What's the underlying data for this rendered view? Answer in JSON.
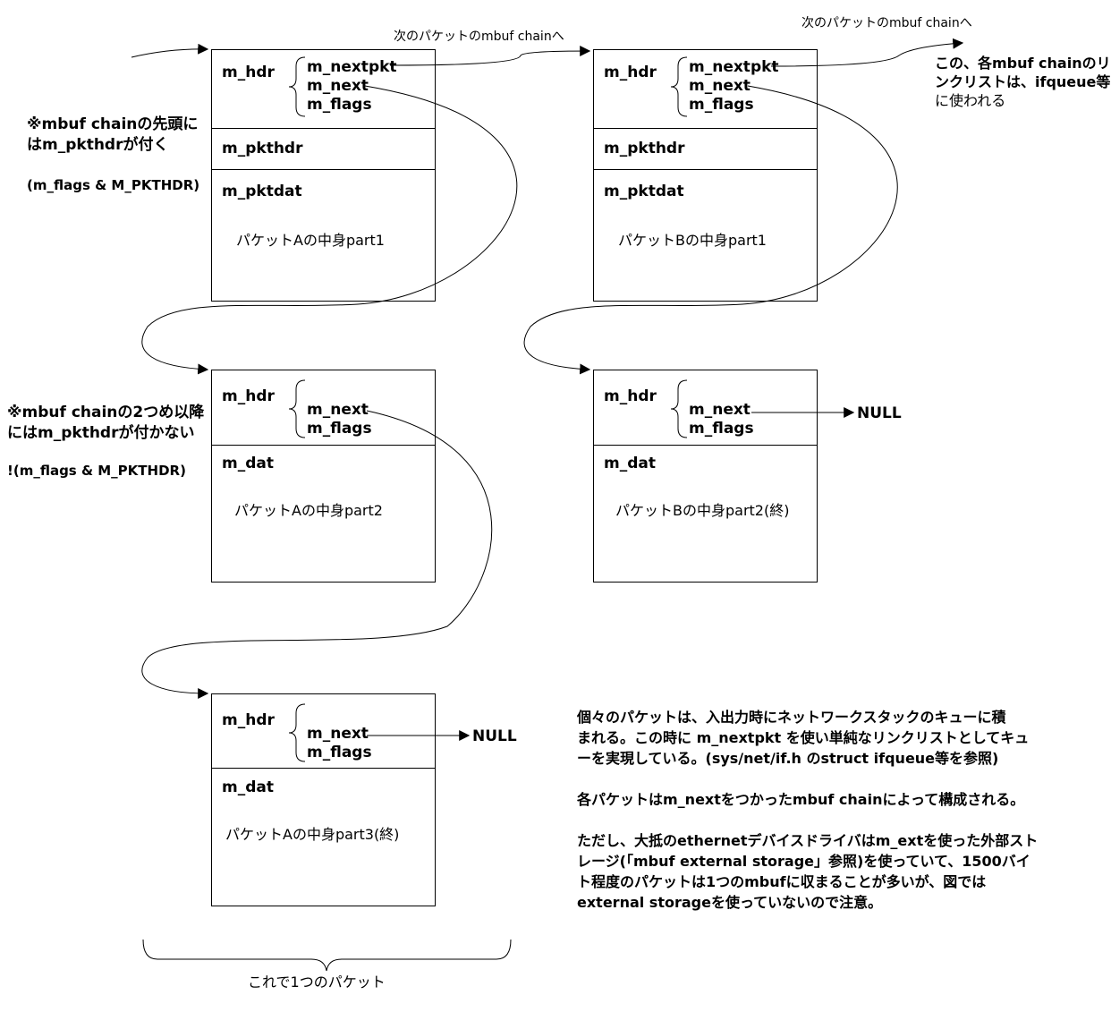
{
  "mbuf_a1": {
    "hdr": "m_hdr",
    "fields": [
      "m_nextpkt",
      "m_next",
      "m_flags"
    ],
    "pkthdr": "m_pkthdr",
    "data_label": "m_pktdat",
    "content": "パケットAの中身part1"
  },
  "mbuf_b1": {
    "hdr": "m_hdr",
    "fields": [
      "m_nextpkt",
      "m_next",
      "m_flags"
    ],
    "pkthdr": "m_pkthdr",
    "data_label": "m_pktdat",
    "content": "パケットBの中身part1"
  },
  "mbuf_a2": {
    "hdr": "m_hdr",
    "fields": [
      "m_next",
      "m_flags"
    ],
    "data_label": "m_dat",
    "content": "パケットAの中身part2"
  },
  "mbuf_b2": {
    "hdr": "m_hdr",
    "fields": [
      "m_next",
      "m_flags"
    ],
    "data_label": "m_dat",
    "content": "パケットBの中身part2(終)"
  },
  "mbuf_a3": {
    "hdr": "m_hdr",
    "fields": [
      "m_next",
      "m_flags"
    ],
    "data_label": "m_dat",
    "content": "パケットAの中身part3(終)"
  },
  "labels": {
    "next_packet_1": "次のパケットのmbuf chainへ",
    "next_packet_2": "次のパケットのmbuf chainへ",
    "null_1": "NULL",
    "null_2": "NULL",
    "one_packet": "これで1つのパケット",
    "list_note": [
      "この、各mbuf chainのリ",
      "ンクリストは、ifqueue等",
      "に使われる"
    ]
  },
  "left_notes": {
    "head_note": [
      "※mbuf chainの先頭に",
      "はm_pkthdrが付く"
    ],
    "head_cond": "(m_flags & M_PKTHDR)",
    "rest_note": [
      "※mbuf chainの2つめ以降",
      "にはm_pkthdrが付かない"
    ],
    "rest_cond": "!(m_flags & M_PKTHDR)"
  },
  "explanation": [
    [
      "個々のパケットは、入出力時にネットワークスタックのキューに積",
      "まれる。この時に m_nextpkt を使い単純なリンクリストとしてキュ",
      "ーを実現している。(sys/net/if.h のstruct ifqueue等を参照)"
    ],
    [
      "各パケットはm_nextをつかったmbuf chainによって構成される。"
    ],
    [
      "ただし、大抵のethernetデバイスドライバはm_extを使った外部スト",
      "レージ(「mbuf external storage」参照)を使っていて、1500バイ",
      "ト程度のパケットは1つのmbufに収まることが多いが、図では",
      "external storageを使っていないので注意。"
    ]
  ]
}
